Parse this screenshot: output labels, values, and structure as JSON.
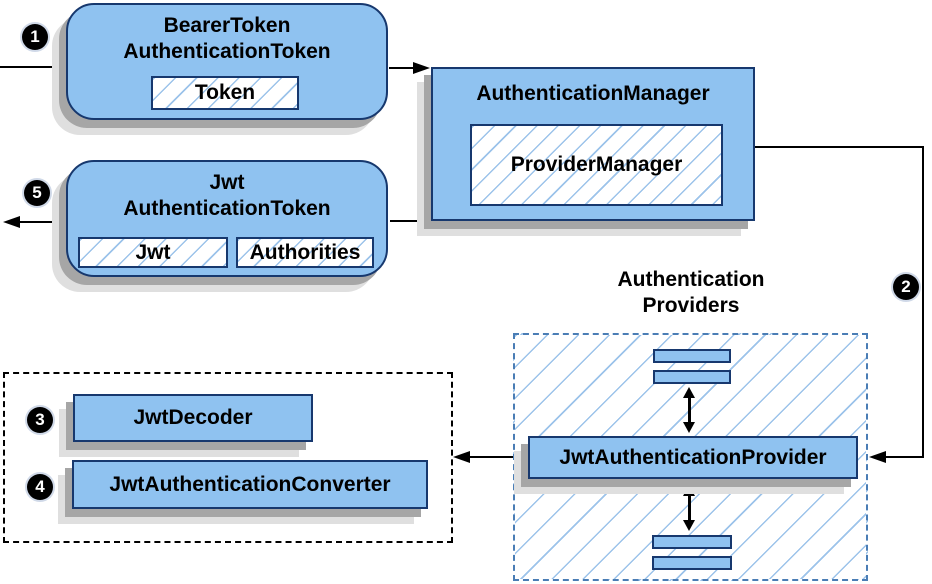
{
  "steps": {
    "one": "1",
    "two": "2",
    "three": "3",
    "four": "4",
    "five": "5"
  },
  "nodes": {
    "bearer_token": {
      "title_line1": "BearerToken",
      "title_line2": "AuthenticationToken",
      "token_label": "Token"
    },
    "authentication_manager": {
      "title": "AuthenticationManager",
      "provider_manager_label": "ProviderManager"
    },
    "jwt_authentication_token": {
      "title_line1": "Jwt",
      "title_line2": "AuthenticationToken",
      "jwt_label": "Jwt",
      "authorities_label": "Authorities"
    },
    "authentication_providers": {
      "label_line1": "Authentication",
      "label_line2": "Providers"
    },
    "jwt_authentication_provider": {
      "label": "JwtAuthenticationProvider"
    },
    "jwt_decoder": {
      "label": "JwtDecoder"
    },
    "jwt_authentication_converter": {
      "label": "JwtAuthenticationConverter"
    }
  },
  "colors": {
    "node-fill": "#8FC2F0",
    "node-border": "#17386E",
    "hatch-line": "#9CC3EA",
    "dashed-blue": "#4A7DB5",
    "shadow-dark": "#A6A6A6",
    "shadow-light": "#DFDFDF",
    "line-black": "#000000"
  }
}
